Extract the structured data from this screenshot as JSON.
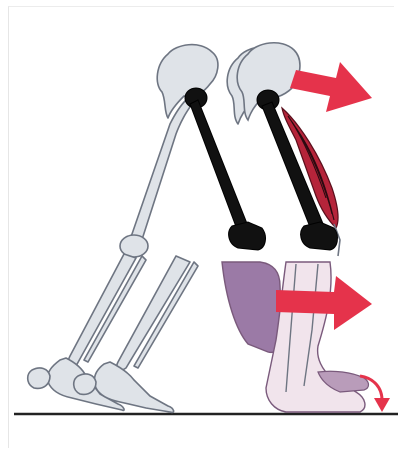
{
  "figure": {
    "kind": "anatomical-illustration",
    "subject": "",
    "colors": {
      "bone": "#dfe3e8",
      "bone_outline": "#6e7582",
      "highlighted_bone": "#111111",
      "muscle": "#b5243a",
      "muscle_stripe": "#2a0a10",
      "shin_shade": "#9b7aa6",
      "foot_shade_light": "#f1e4ec",
      "foot_shade_outline": "#7a5a7c",
      "arrow": "#e5334b",
      "ground": "#222222"
    },
    "arrows": [
      {
        "name": "hip-forward-arrow",
        "direction": "right"
      },
      {
        "name": "knee-forward-arrow",
        "direction": "right"
      },
      {
        "name": "foot-rotation-arrow",
        "direction": "down"
      }
    ]
  }
}
